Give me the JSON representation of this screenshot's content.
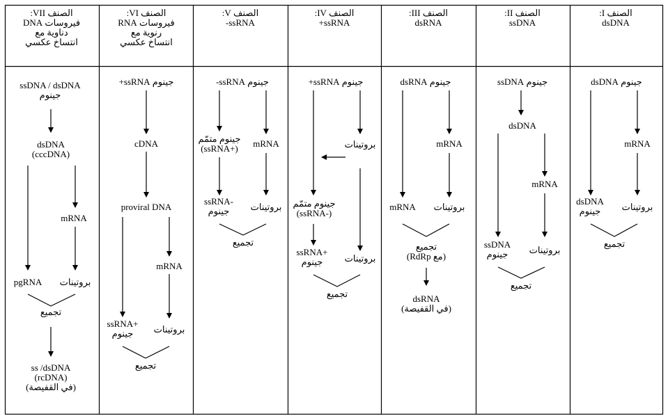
{
  "columns": [
    {
      "id": "VII",
      "header": [
        "الصنف VII:",
        "فيروسات DNA",
        "دناوية مع",
        "انتساخ عكسي"
      ]
    },
    {
      "id": "VI",
      "header": [
        "الصنف VI:",
        "فيروسات RNA",
        "رنوية مع",
        "انتساخ عكسي"
      ]
    },
    {
      "id": "V",
      "header": [
        "الصنف V:",
        "ssRNA-"
      ]
    },
    {
      "id": "IV",
      "header": [
        "الصنف IV:",
        "ssRNA+"
      ]
    },
    {
      "id": "III",
      "header": [
        "الصنف III:",
        "dsRNA"
      ]
    },
    {
      "id": "II",
      "header": [
        "الصنف II:",
        "ssDNA"
      ]
    },
    {
      "id": "I",
      "header": [
        "الصنف I:",
        "dsDNA"
      ]
    }
  ],
  "nodes": {
    "c7_genome": [
      "ssDNA / dsDNA",
      "جينوم"
    ],
    "c7_dsdna": [
      "dsDNA",
      "(cccDNA)"
    ],
    "c7_mrna": [
      "mRNA"
    ],
    "c7_pgrna": [
      "pgRNA"
    ],
    "c7_proteins": [
      "بروتينات"
    ],
    "c7_assembly": [
      "تجميع"
    ],
    "c7_final": [
      "ss /dsDNA",
      "(rcDNA)",
      "(في القفيصة)"
    ],
    "c6_genome": [
      "جينوم ssRNA+"
    ],
    "c6_cdna": [
      "cDNA"
    ],
    "c6_proviral": [
      "proviral DNA"
    ],
    "c6_mrna": [
      "mRNA"
    ],
    "c6_ssrna": [
      "ssRNA+",
      "جينوم"
    ],
    "c6_proteins": [
      "بروتينات"
    ],
    "c6_assembly": [
      "تجميع"
    ],
    "c5_genome": [
      "جينوم ssRNA-"
    ],
    "c5_comp": [
      "جينوم متمّم",
      "(ssRNA+)"
    ],
    "c5_mrna": [
      "mRNA"
    ],
    "c5_ssrna": [
      "ssRNA-",
      "جينوم"
    ],
    "c5_proteins": [
      "بروتينات"
    ],
    "c5_assembly": [
      "تجميع"
    ],
    "c4_genome": [
      "جينوم ssRNA+"
    ],
    "c4_proteins_top": [
      "بروتينات"
    ],
    "c4_comp": [
      "جينوم متمّم",
      "(ssRNA-)"
    ],
    "c4_ssrna": [
      "ssRNA+",
      "جينوم"
    ],
    "c4_proteins": [
      "بروتينات"
    ],
    "c4_assembly": [
      "تجميع"
    ],
    "c3_genome": [
      "جينوم dsRNA"
    ],
    "c3_mrna_top": [
      "mRNA"
    ],
    "c3_mrna": [
      "mRNA"
    ],
    "c3_proteins": [
      "بروتينات"
    ],
    "c3_assembly": [
      "تجميع",
      "(مع RdRp)"
    ],
    "c3_final": [
      "dsRNA",
      "(في القفيصة)"
    ],
    "c2_genome": [
      "جينوم ssDNA"
    ],
    "c2_dsdna": [
      "dsDNA"
    ],
    "c2_mrna": [
      "mRNA"
    ],
    "c2_ssdna": [
      "ssDNA",
      "جينوم"
    ],
    "c2_proteins": [
      "بروتينات"
    ],
    "c2_assembly": [
      "تجميع"
    ],
    "c1_genome": [
      "جينوم dsDNA"
    ],
    "c1_mrna": [
      "mRNA"
    ],
    "c1_dsdna": [
      "dsDNA",
      "جينوم"
    ],
    "c1_proteins": [
      "بروتينات"
    ],
    "c1_assembly": [
      "تجميع"
    ]
  }
}
